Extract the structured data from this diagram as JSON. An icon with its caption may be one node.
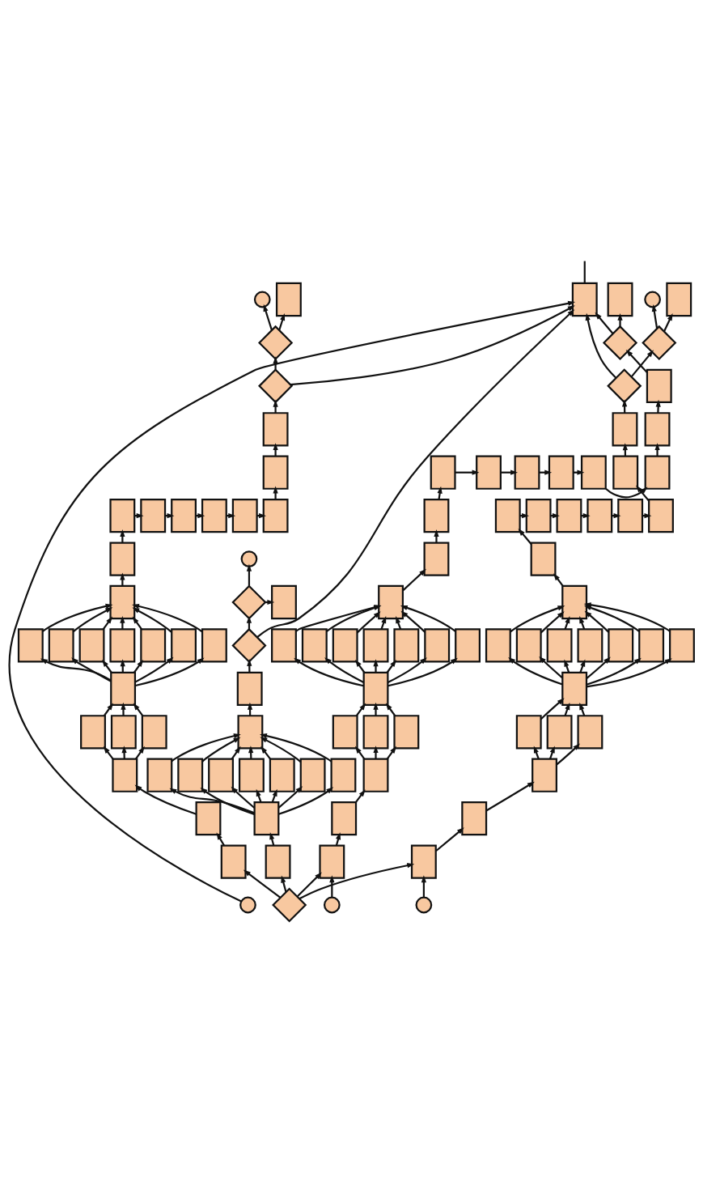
{
  "diagram": {
    "nodes": [
      {
        "text": [],
        "shape": "box"
      },
      {
        "text": [],
        "shape": "circle"
      },
      {
        "text": [],
        "shape": "diamond"
      },
      {
        "text": [],
        "shape": "box"
      },
      {
        "text": [],
        "shape": "box"
      },
      {
        "text": [],
        "shape": "box"
      },
      {
        "text": [],
        "shape": "box"
      },
      {
        "text": [],
        "shape": "box"
      },
      {
        "text": [],
        "shape": "box"
      },
      {
        "text": [],
        "shape": "box"
      },
      {
        "text": [],
        "shape": "box"
      },
      {
        "text": [],
        "shape": "box"
      },
      {
        "text": [],
        "shape": "box"
      },
      {
        "text": [],
        "shape": "box"
      },
      {
        "text": [],
        "shape": "diamond"
      },
      {
        "text": [],
        "shape": "diamond"
      },
      {
        "text": [],
        "shape": "box"
      },
      {
        "text": [],
        "shape": "circle"
      },
      {
        "text": [],
        "shape": "box"
      },
      {
        "text": [],
        "shape": "box"
      },
      {
        "text": [],
        "shape": "box"
      },
      {
        "text": [],
        "shape": "box"
      },
      {
        "text": [],
        "shape": "box"
      },
      {
        "text": [],
        "shape": "box"
      },
      {
        "text": [],
        "shape": "box"
      },
      {
        "text": [],
        "shape": "box"
      },
      {
        "text": [],
        "shape": "box"
      },
      {
        "text": [],
        "shape": "box"
      },
      {
        "text": [],
        "shape": "box"
      },
      {
        "text": [],
        "shape": "box"
      },
      {
        "text": [],
        "shape": "box"
      },
      {
        "text": [],
        "shape": "box"
      },
      {
        "text": [],
        "shape": "box"
      },
      {
        "text": [],
        "shape": "box"
      },
      {
        "text": [],
        "shape": "box"
      },
      {
        "text": [],
        "shape": "box"
      },
      {
        "text": [],
        "shape": "box"
      },
      {
        "text": [],
        "shape": "box"
      },
      {
        "text": [],
        "shape": "box"
      },
      {
        "text": [],
        "shape": "box"
      },
      {
        "text": [],
        "shape": "box"
      },
      {
        "text": [],
        "shape": "box"
      },
      {
        "text": [],
        "shape": "diamond"
      },
      {
        "text": [],
        "shape": "diamond"
      },
      {
        "text": [],
        "shape": "circle"
      },
      {
        "text": [],
        "shape": "box"
      },
      {
        "text": [],
        "shape": "circle"
      },
      {
        "text": [],
        "shape": "box"
      },
      {
        "text": [],
        "shape": "box"
      },
      {
        "text": [],
        "shape": "box"
      },
      {
        "text": [],
        "shape": "box"
      },
      {
        "text": [],
        "shape": "box"
      },
      {
        "text": [],
        "shape": "box"
      },
      {
        "text": [],
        "shape": "box"
      },
      {
        "text": [],
        "shape": "box"
      },
      {
        "text": [],
        "shape": "box"
      },
      {
        "text": [],
        "shape": "box"
      },
      {
        "text": [],
        "shape": "box"
      },
      {
        "text": [],
        "shape": "box"
      },
      {
        "text": [],
        "shape": "box"
      },
      {
        "text": [],
        "shape": "box"
      },
      {
        "text": [],
        "shape": "box"
      },
      {
        "text": [],
        "shape": "box"
      },
      {
        "text": [],
        "shape": "box"
      },
      {
        "text": [],
        "shape": "box"
      },
      {
        "text": [],
        "shape": "box"
      },
      {
        "text": [],
        "shape": "box"
      },
      {
        "text": [],
        "shape": "box"
      },
      {
        "text": [],
        "shape": "box"
      },
      {
        "text": [],
        "shape": "box"
      },
      {
        "text": [],
        "shape": "box"
      },
      {
        "text": [],
        "shape": "diamond"
      },
      {
        "text": [],
        "shape": "diamond"
      },
      {
        "text": [],
        "shape": "circle"
      },
      {
        "text": [],
        "shape": "box"
      },
      {
        "text": [],
        "shape": "circle"
      },
      {
        "text": [],
        "shape": "box"
      },
      {
        "text": [],
        "shape": "box"
      },
      {
        "text": [],
        "shape": "box"
      },
      {
        "text": [],
        "shape": "box"
      },
      {
        "text": [],
        "shape": "box"
      },
      {
        "text": [],
        "shape": "box"
      },
      {
        "text": [],
        "shape": "box"
      },
      {
        "text": [],
        "shape": "box"
      },
      {
        "text": [],
        "shape": "box"
      },
      {
        "text": [],
        "shape": "box"
      },
      {
        "text": [],
        "shape": "box"
      },
      {
        "text": [],
        "shape": "box"
      },
      {
        "text": [],
        "shape": "box"
      },
      {
        "text": [],
        "shape": "box"
      },
      {
        "text": [],
        "shape": "box"
      },
      {
        "text": [],
        "shape": "box"
      },
      {
        "text": [],
        "shape": "box"
      },
      {
        "text": [],
        "shape": "box"
      },
      {
        "text": [],
        "shape": "box"
      },
      {
        "text": [],
        "shape": "box"
      },
      {
        "text": [],
        "shape": "box"
      },
      {
        "text": [],
        "shape": "box"
      },
      {
        "text": [],
        "shape": "box"
      },
      {
        "text": [],
        "shape": "box"
      },
      {
        "text": [],
        "shape": "box"
      },
      {
        "text": [],
        "shape": "diamond"
      },
      {
        "text": [],
        "shape": "box"
      }
    ],
    "edges": [
      {
        "from": null,
        "to": 0,
        "arrow": "none"
      },
      {
        "from": 1,
        "to": 0,
        "arrow": "to"
      },
      {
        "from": 2,
        "to": 3,
        "arrow": "to"
      },
      {
        "from": 2,
        "to": 18,
        "arrow": "to"
      },
      {
        "from": 2,
        "to": 47,
        "arrow": "to"
      },
      {
        "from": 2,
        "to": 76,
        "arrow": "to"
      },
      {
        "from": 3,
        "to": 4,
        "arrow": "to"
      },
      {
        "from": 4,
        "to": 5,
        "arrow": "to"
      },
      {
        "from": 4,
        "to": 6,
        "arrow": "to"
      },
      {
        "from": 4,
        "to": 7,
        "arrow": "to"
      },
      {
        "from": 4,
        "to": 8,
        "arrow": "to"
      },
      {
        "from": 4,
        "to": 9,
        "arrow": "to"
      },
      {
        "from": 4,
        "to": 10,
        "arrow": "to"
      },
      {
        "from": 4,
        "to": 11,
        "arrow": "to"
      },
      {
        "from": 5,
        "to": 12,
        "arrow": "to"
      },
      {
        "from": 6,
        "to": 12,
        "arrow": "to"
      },
      {
        "from": 7,
        "to": 12,
        "arrow": "to"
      },
      {
        "from": 8,
        "to": 12,
        "arrow": "to"
      },
      {
        "from": 9,
        "to": 12,
        "arrow": "to"
      },
      {
        "from": 10,
        "to": 12,
        "arrow": "to"
      },
      {
        "from": 11,
        "to": 12,
        "arrow": "to"
      },
      {
        "from": 12,
        "to": 13,
        "arrow": "to"
      },
      {
        "from": 13,
        "to": 14,
        "arrow": "to"
      },
      {
        "from": 14,
        "to": 0,
        "arrow": "to"
      },
      {
        "from": 14,
        "to": 15,
        "arrow": "to"
      },
      {
        "from": 15,
        "to": 16,
        "arrow": "to"
      },
      {
        "from": 15,
        "to": 17,
        "arrow": "to"
      },
      {
        "from": 18,
        "to": 19,
        "arrow": "to"
      },
      {
        "from": 19,
        "to": 20,
        "arrow": "to"
      },
      {
        "from": 20,
        "to": 21,
        "arrow": "to"
      },
      {
        "from": 20,
        "to": 22,
        "arrow": "to"
      },
      {
        "from": 20,
        "to": 23,
        "arrow": "to"
      },
      {
        "from": 21,
        "to": 24,
        "arrow": "to"
      },
      {
        "from": 22,
        "to": 24,
        "arrow": "to"
      },
      {
        "from": 23,
        "to": 24,
        "arrow": "to"
      },
      {
        "from": 24,
        "to": 25,
        "arrow": "to"
      },
      {
        "from": 24,
        "to": 26,
        "arrow": "to"
      },
      {
        "from": 24,
        "to": 27,
        "arrow": "to"
      },
      {
        "from": 24,
        "to": 28,
        "arrow": "to"
      },
      {
        "from": 24,
        "to": 29,
        "arrow": "to"
      },
      {
        "from": 24,
        "to": 30,
        "arrow": "to"
      },
      {
        "from": 24,
        "to": 31,
        "arrow": "to"
      },
      {
        "from": 25,
        "to": 32,
        "arrow": "to"
      },
      {
        "from": 26,
        "to": 32,
        "arrow": "to"
      },
      {
        "from": 27,
        "to": 32,
        "arrow": "to"
      },
      {
        "from": 28,
        "to": 32,
        "arrow": "to"
      },
      {
        "from": 29,
        "to": 32,
        "arrow": "to"
      },
      {
        "from": 30,
        "to": 32,
        "arrow": "to"
      },
      {
        "from": 31,
        "to": 32,
        "arrow": "to"
      },
      {
        "from": 32,
        "to": 33,
        "arrow": "to"
      },
      {
        "from": 33,
        "to": 34,
        "arrow": "to"
      },
      {
        "from": 34,
        "to": 35,
        "arrow": "to"
      },
      {
        "from": 35,
        "to": 36,
        "arrow": "to"
      },
      {
        "from": 36,
        "to": 37,
        "arrow": "to"
      },
      {
        "from": 37,
        "to": 38,
        "arrow": "to"
      },
      {
        "from": 38,
        "to": 39,
        "arrow": "to"
      },
      {
        "from": 39,
        "to": 40,
        "arrow": "to"
      },
      {
        "from": 40,
        "to": 41,
        "arrow": "to"
      },
      {
        "from": 41,
        "to": 42,
        "arrow": "to"
      },
      {
        "from": 42,
        "to": 0,
        "arrow": "to"
      },
      {
        "from": 42,
        "to": 43,
        "arrow": "to"
      },
      {
        "from": 43,
        "to": 44,
        "arrow": "to"
      },
      {
        "from": 43,
        "to": 45,
        "arrow": "to"
      },
      {
        "from": 46,
        "to": 47,
        "arrow": "to"
      },
      {
        "from": 47,
        "to": 48,
        "arrow": "to"
      },
      {
        "from": 48,
        "to": 49,
        "arrow": "to"
      },
      {
        "from": 49,
        "to": 50,
        "arrow": "to"
      },
      {
        "from": 49,
        "to": 51,
        "arrow": "to"
      },
      {
        "from": 49,
        "to": 52,
        "arrow": "to"
      },
      {
        "from": 50,
        "to": 53,
        "arrow": "to"
      },
      {
        "from": 51,
        "to": 53,
        "arrow": "to"
      },
      {
        "from": 52,
        "to": 53,
        "arrow": "to"
      },
      {
        "from": 53,
        "to": 54,
        "arrow": "to"
      },
      {
        "from": 53,
        "to": 55,
        "arrow": "to"
      },
      {
        "from": 53,
        "to": 56,
        "arrow": "to"
      },
      {
        "from": 53,
        "to": 57,
        "arrow": "to"
      },
      {
        "from": 53,
        "to": 58,
        "arrow": "to"
      },
      {
        "from": 53,
        "to": 59,
        "arrow": "to"
      },
      {
        "from": 53,
        "to": 60,
        "arrow": "to"
      },
      {
        "from": 54,
        "to": 61,
        "arrow": "to"
      },
      {
        "from": 55,
        "to": 61,
        "arrow": "to"
      },
      {
        "from": 56,
        "to": 61,
        "arrow": "to"
      },
      {
        "from": 57,
        "to": 61,
        "arrow": "to"
      },
      {
        "from": 58,
        "to": 61,
        "arrow": "to"
      },
      {
        "from": 59,
        "to": 61,
        "arrow": "to"
      },
      {
        "from": 60,
        "to": 61,
        "arrow": "to"
      },
      {
        "from": 61,
        "to": 62,
        "arrow": "to"
      },
      {
        "from": 62,
        "to": 63,
        "arrow": "to"
      },
      {
        "from": 63,
        "to": 64,
        "arrow": "to"
      },
      {
        "from": 64,
        "to": 65,
        "arrow": "to"
      },
      {
        "from": 65,
        "to": 66,
        "arrow": "to"
      },
      {
        "from": 66,
        "to": 67,
        "arrow": "to"
      },
      {
        "from": 67,
        "to": 68,
        "arrow": "to"
      },
      {
        "from": 68,
        "to": 69,
        "arrow": "to"
      },
      {
        "from": 69,
        "to": 70,
        "arrow": "to"
      },
      {
        "from": 70,
        "to": 71,
        "arrow": "to"
      },
      {
        "from": 71,
        "to": 0,
        "arrow": "to"
      },
      {
        "from": 71,
        "to": 72,
        "arrow": "to"
      },
      {
        "from": 72,
        "to": 73,
        "arrow": "to"
      },
      {
        "from": 72,
        "to": 74,
        "arrow": "to"
      },
      {
        "from": 75,
        "to": 76,
        "arrow": "to"
      },
      {
        "from": 76,
        "to": 77,
        "arrow": "to"
      },
      {
        "from": 77,
        "to": 78,
        "arrow": "to"
      },
      {
        "from": 78,
        "to": 79,
        "arrow": "to"
      },
      {
        "from": 78,
        "to": 80,
        "arrow": "to"
      },
      {
        "from": 78,
        "to": 81,
        "arrow": "to"
      },
      {
        "from": 79,
        "to": 82,
        "arrow": "to"
      },
      {
        "from": 80,
        "to": 82,
        "arrow": "to"
      },
      {
        "from": 81,
        "to": 82,
        "arrow": "to"
      },
      {
        "from": 82,
        "to": 83,
        "arrow": "to"
      },
      {
        "from": 82,
        "to": 84,
        "arrow": "to"
      },
      {
        "from": 82,
        "to": 85,
        "arrow": "to"
      },
      {
        "from": 82,
        "to": 86,
        "arrow": "to"
      },
      {
        "from": 82,
        "to": 87,
        "arrow": "to"
      },
      {
        "from": 82,
        "to": 88,
        "arrow": "to"
      },
      {
        "from": 82,
        "to": 89,
        "arrow": "to"
      },
      {
        "from": 83,
        "to": 90,
        "arrow": "to"
      },
      {
        "from": 84,
        "to": 90,
        "arrow": "to"
      },
      {
        "from": 85,
        "to": 90,
        "arrow": "to"
      },
      {
        "from": 86,
        "to": 90,
        "arrow": "to"
      },
      {
        "from": 87,
        "to": 90,
        "arrow": "to"
      },
      {
        "from": 88,
        "to": 90,
        "arrow": "to"
      },
      {
        "from": 89,
        "to": 90,
        "arrow": "to"
      },
      {
        "from": 90,
        "to": 91,
        "arrow": "to"
      },
      {
        "from": 91,
        "to": 92,
        "arrow": "to"
      },
      {
        "from": 92,
        "to": 93,
        "arrow": "to"
      },
      {
        "from": 93,
        "to": 94,
        "arrow": "to"
      },
      {
        "from": 94,
        "to": 95,
        "arrow": "to"
      },
      {
        "from": 95,
        "to": 96,
        "arrow": "to"
      },
      {
        "from": 96,
        "to": 97,
        "arrow": "to"
      },
      {
        "from": 97,
        "to": 98,
        "arrow": "to"
      },
      {
        "from": 98,
        "to": 99,
        "arrow": "to"
      },
      {
        "from": 99,
        "to": 100,
        "arrow": "to"
      },
      {
        "from": 100,
        "to": 101,
        "arrow": "to"
      },
      {
        "from": 101,
        "to": 0,
        "arrow": "to"
      },
      {
        "from": 101,
        "to": 102,
        "arrow": "to"
      }
    ]
  }
}
